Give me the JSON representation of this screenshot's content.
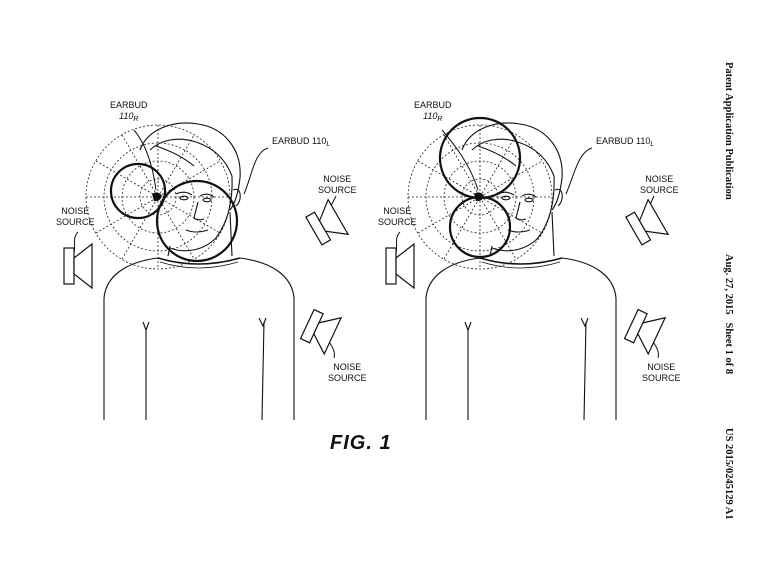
{
  "figure_label": "FIG. 1",
  "header": {
    "publication_title": "Patent Application Publication",
    "date_sheet": "Aug. 27, 2015   Sheet 1 of 8",
    "pub_number": "US 2015/0245129 A1"
  },
  "labels": {
    "earbud": "EARBUD",
    "earbud_right_ref": "110",
    "earbud_right_sub": "R",
    "earbud_left_text": "EARBUD 110",
    "earbud_left_sub": "L",
    "noise_word": "NOISE",
    "source_word": "SOURCE"
  }
}
